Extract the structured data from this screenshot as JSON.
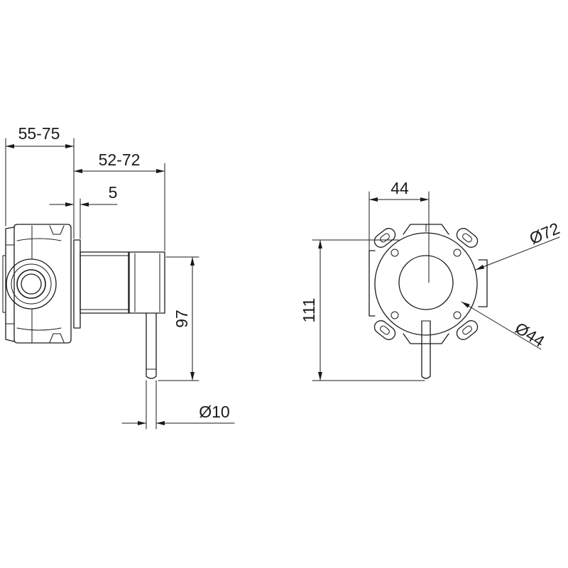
{
  "dimensions": {
    "depth_range": "55-75",
    "projection_range": "52-72",
    "plate_thickness": "5",
    "lever_length": "97",
    "lever_diameter": "Ø10",
    "body_width": "44",
    "overall_height": "111",
    "plate_diameter": "Ø72",
    "cap_diameter": "Ø44"
  },
  "colors": {
    "line": "#1a1a1a",
    "background": "#ffffff"
  }
}
